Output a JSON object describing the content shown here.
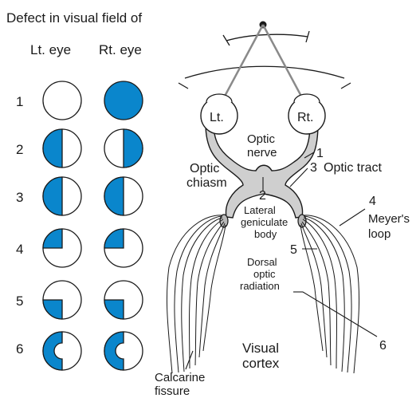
{
  "figure": {
    "heading": "Defect in visual field of",
    "column_left": "Lt. eye",
    "column_right": "Rt. eye",
    "rows": [
      {
        "number": "1"
      },
      {
        "number": "2"
      },
      {
        "number": "3"
      },
      {
        "number": "4"
      },
      {
        "number": "5"
      },
      {
        "number": "6"
      }
    ]
  },
  "pathway": {
    "eye_left": "Lt.",
    "eye_right": "Rt.",
    "optic_nerve_line1": "Optic",
    "optic_nerve_line2": "nerve",
    "marker_1": "1",
    "marker_3": "3",
    "optic_tract": "Optic tract",
    "optic_chiasm_line1": "Optic",
    "optic_chiasm_line2": "chiasm",
    "marker_2": "2",
    "lgb_line1": "Lateral",
    "lgb_line2": "geniculate",
    "lgb_line3": "body",
    "marker_4": "4",
    "meyers_line1": "Meyer's",
    "meyers_line2": "loop",
    "marker_5": "5",
    "dorsal_line1": "Dorsal",
    "dorsal_line2": "optic",
    "dorsal_line3": "radiation",
    "marker_6": "6",
    "cortex_line1": "Visual",
    "cortex_line2": "cortex",
    "calcarine_line1": "Calcarine",
    "calcarine_line2": "fissure"
  },
  "colors": {
    "defect_fill": "#0a86cc",
    "pathway_fill": "#cfcfcf",
    "outline": "#1a1a1a"
  }
}
